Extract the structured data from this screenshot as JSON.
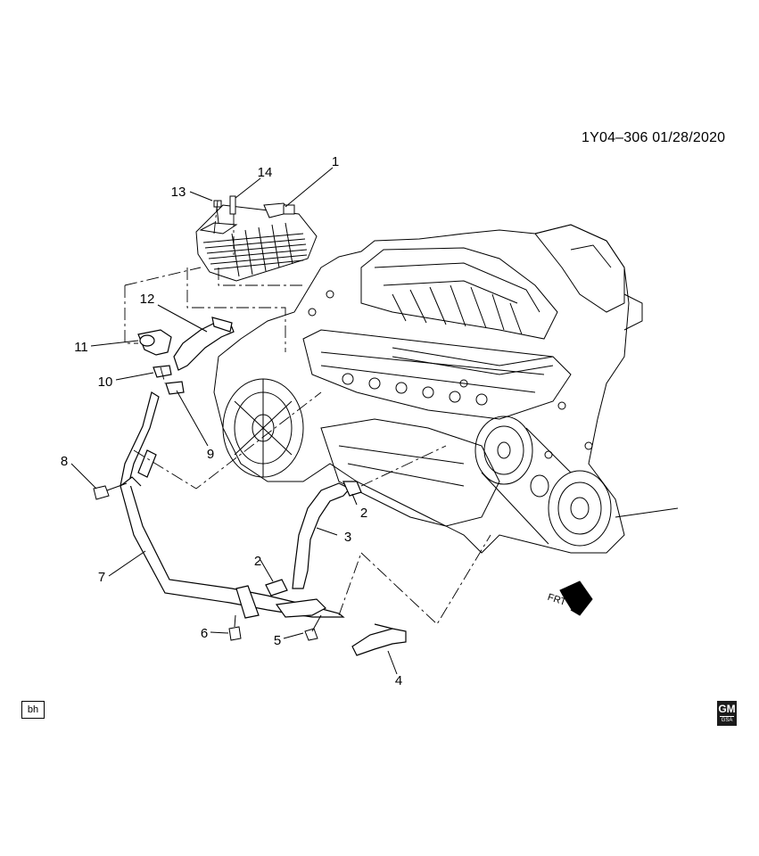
{
  "header": {
    "reference": "1Y04–306  01/28/2020"
  },
  "callouts": [
    {
      "id": "1",
      "label": "1"
    },
    {
      "id": "2a",
      "label": "2"
    },
    {
      "id": "2b",
      "label": "2"
    },
    {
      "id": "3",
      "label": "3"
    },
    {
      "id": "4",
      "label": "4"
    },
    {
      "id": "5",
      "label": "5"
    },
    {
      "id": "6",
      "label": "6"
    },
    {
      "id": "7",
      "label": "7"
    },
    {
      "id": "8",
      "label": "8"
    },
    {
      "id": "9",
      "label": "9"
    },
    {
      "id": "10",
      "label": "10"
    },
    {
      "id": "11",
      "label": "11"
    },
    {
      "id": "12",
      "label": "12"
    },
    {
      "id": "13",
      "label": "13"
    },
    {
      "id": "14",
      "label": "14"
    }
  ],
  "direction_indicator": {
    "label": "FRT"
  },
  "footer": {
    "tag": "bh",
    "logo_main": "GM",
    "logo_sub": "GSA"
  },
  "colors": {
    "line": "#000000",
    "background": "#ffffff",
    "shade": "#cfcfcf"
  }
}
